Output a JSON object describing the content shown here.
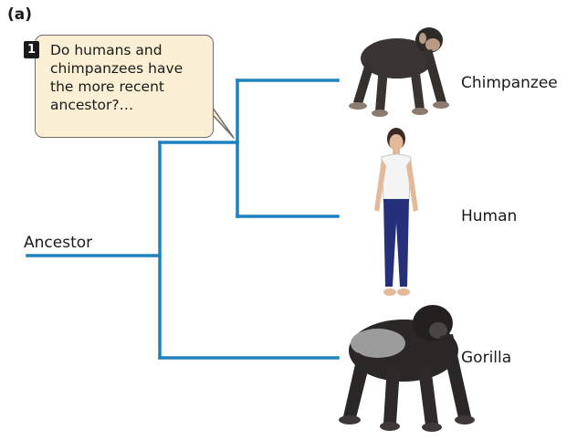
{
  "panel_label": "(a)",
  "callout": {
    "step_number": "1",
    "text": "Do humans and chimpanzees have the more recent ancestor?…"
  },
  "root_label": "Ancestor",
  "taxa": {
    "chimpanzee": "Chimpanzee",
    "human": "Human",
    "gorilla": "Gorilla"
  },
  "colors": {
    "branch": "#1f82c0",
    "callout_fill": "#fbf0d5",
    "callout_border": "#6e6e6e"
  }
}
